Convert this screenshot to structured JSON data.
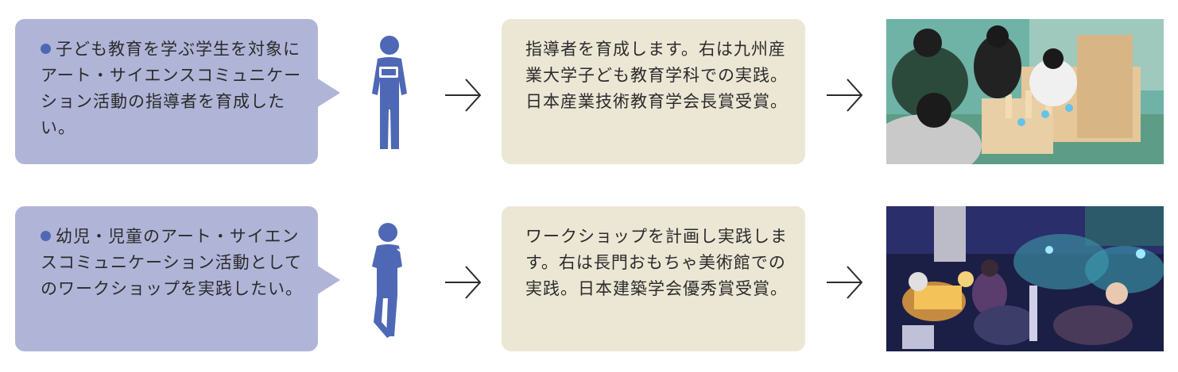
{
  "rows": [
    {
      "goal_text": "子ども教育を学ぶ学生を対象にアート・サイエンスコミュニケーション活動の指導者を育成したい。",
      "figure_icon": "person-holding-book-icon",
      "result_text": "指導者を育成します。右は九州産業大学子ども教育学科での実践。日本産業技術教育学会長賞受賞。",
      "photo": "students-building-wooden-structures-photo"
    },
    {
      "goal_text": "幼児・児童のアート・サイエンスコミュニケーション活動としてのワークショップを実践したい。",
      "figure_icon": "person-thinking-icon",
      "result_text": "ワークショップを計画し実践します。右は長門おもちゃ美術館での実践。日本建築学会優秀賞受賞。",
      "photo": "children-workshop-night-lights-photo"
    }
  ],
  "colors": {
    "bubble": "#b0b5d8",
    "bullet": "#4f68b5",
    "figure": "#4f68b5",
    "infobox": "#ece7d5",
    "text": "#2b2b2b"
  },
  "arrow_icon": "chevron-right-arrow-icon"
}
